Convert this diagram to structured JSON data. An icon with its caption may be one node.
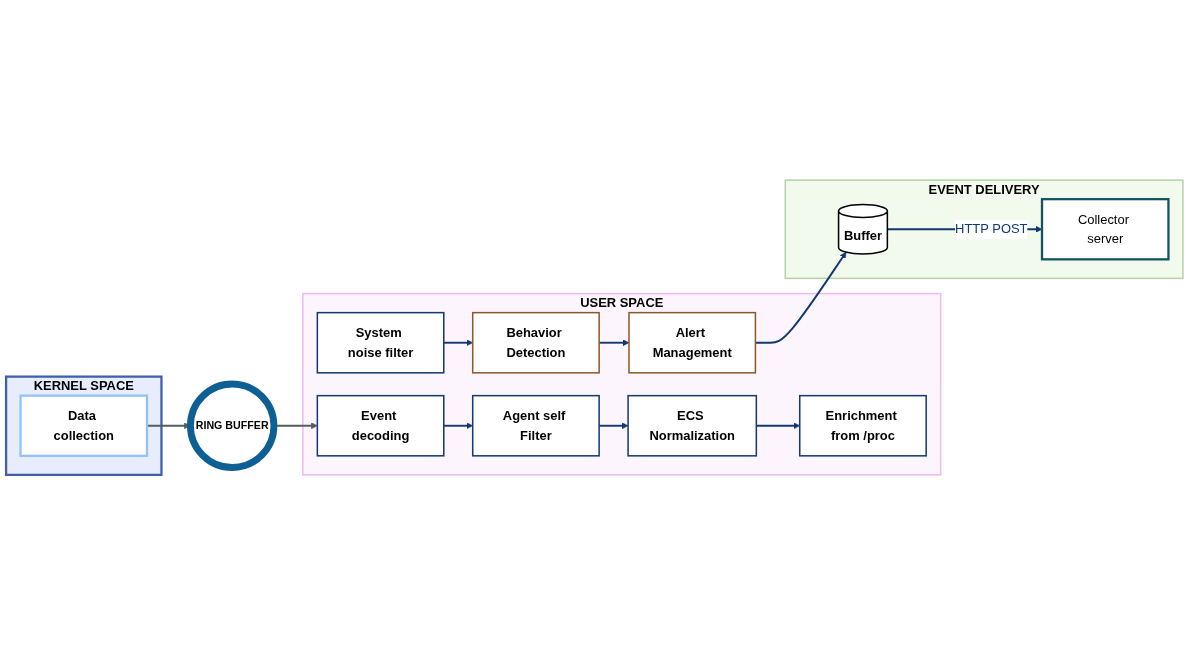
{
  "diagram": {
    "nodes": [
      {
        "text": [
          "KERNEL SPACE"
        ]
      },
      {
        "text": [
          "Data collection"
        ],
        "in": 0
      },
      {
        "text": [
          "RING BUFFER"
        ]
      },
      {
        "text": [
          "USER SPACE"
        ]
      },
      {
        "text": [
          "Event decoding"
        ],
        "in": 3
      },
      {
        "text": [
          "Agent self Filter"
        ],
        "in": 3
      },
      {
        "text": [
          "ECS Normalization"
        ],
        "in": 3
      },
      {
        "text": [
          "Enrichment from /proc"
        ],
        "in": 3
      },
      {
        "text": [
          "System noise filter"
        ],
        "in": 3
      },
      {
        "text": [
          "Behavior Detection"
        ],
        "in": 3
      },
      {
        "text": [
          "Alert Management"
        ],
        "in": 3
      },
      {
        "text": [
          "EVENT DELIVERY"
        ]
      },
      {
        "text": [
          "Buffer"
        ],
        "in": 11
      },
      {
        "text": [
          "Collector server"
        ],
        "in": 11
      }
    ],
    "edges": [
      {
        "from": 1,
        "to": 2,
        "arrow": "to",
        "color": "#555c5c"
      },
      {
        "from": 2,
        "to": 4,
        "arrow": "to",
        "color": "#555c5c"
      },
      {
        "from": 4,
        "to": 5,
        "arrow": "to"
      },
      {
        "from": 5,
        "to": 6,
        "arrow": "to"
      },
      {
        "from": 6,
        "to": 7,
        "arrow": "to"
      },
      {
        "from": 8,
        "to": 9,
        "arrow": "to"
      },
      {
        "from": 9,
        "to": 10,
        "arrow": "to"
      },
      {
        "from": 10,
        "to": 12,
        "arrow": "to"
      },
      {
        "from": 12,
        "to": 13,
        "label": "HTTP POST",
        "arrow": "to"
      }
    ]
  }
}
